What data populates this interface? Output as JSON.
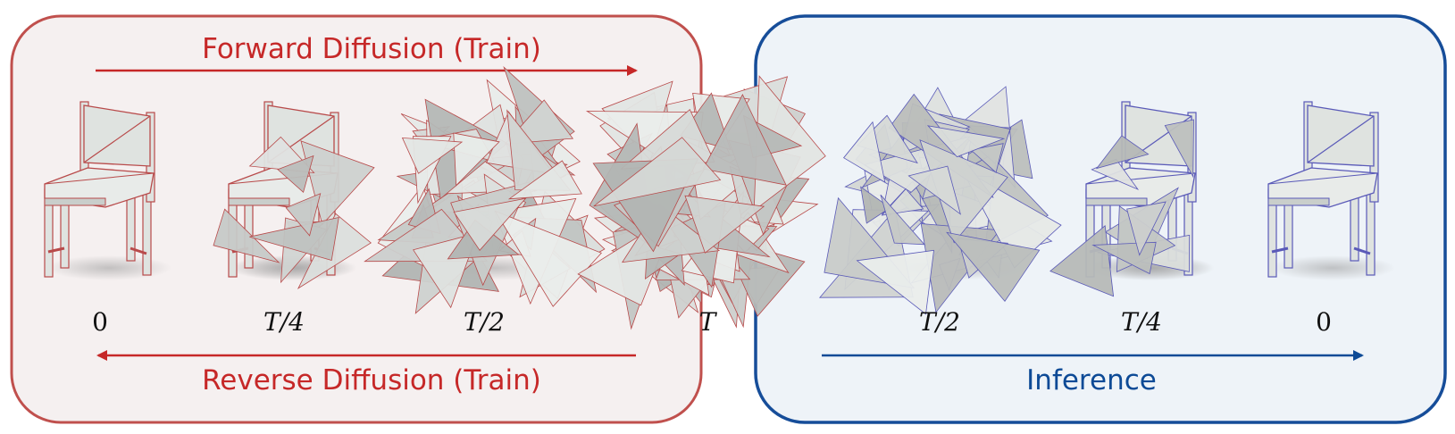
{
  "train_panel": {
    "forward_label": "Forward Diffusion (Train)",
    "reverse_label": "Reverse Diffusion (Train)",
    "accent_color": "#c62828",
    "border_color": "#c0504d",
    "fill_color": "#f5f0f0"
  },
  "inference_panel": {
    "label": "Inference",
    "accent_color": "#0d4a96",
    "border_color": "#164d99",
    "fill_color": "#eef3f8"
  },
  "timesteps": [
    {
      "label": "0",
      "italic": false,
      "stage": "clean-chair",
      "edge_color": "#b84a4a"
    },
    {
      "label": "T/4",
      "italic": true,
      "stage": "light-noise",
      "edge_color": "#b84a4a"
    },
    {
      "label": "T/2",
      "italic": true,
      "stage": "heavy-noise",
      "edge_color": "#b84a4a"
    },
    {
      "label": "T",
      "italic": true,
      "stage": "pure-noise",
      "edge_color": "#b84a4a"
    },
    {
      "label": "T/2",
      "italic": true,
      "stage": "heavy-noise",
      "edge_color": "#5a5ab8"
    },
    {
      "label": "T/4",
      "italic": true,
      "stage": "light-noise",
      "edge_color": "#5a5ab8"
    },
    {
      "label": "0",
      "italic": false,
      "stage": "clean-chair",
      "edge_color": "#5a5ab8"
    }
  ]
}
